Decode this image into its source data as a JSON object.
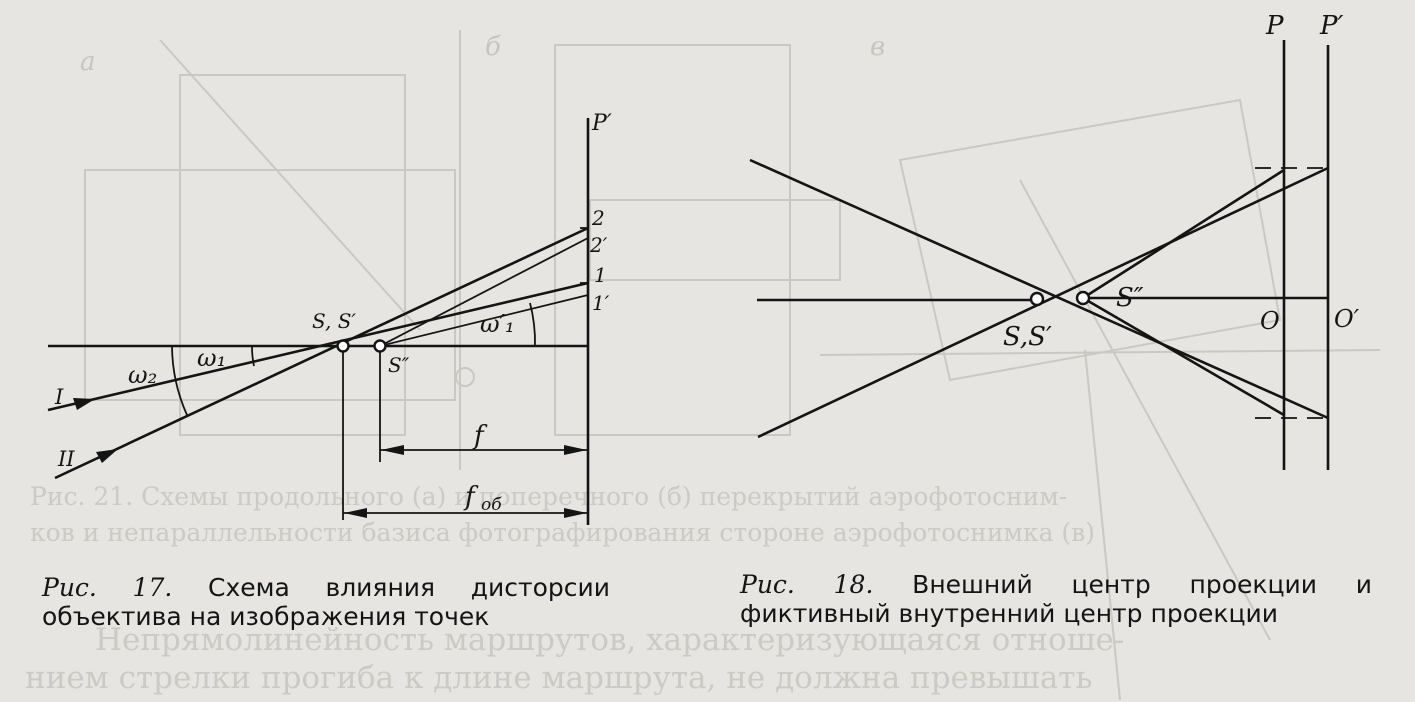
{
  "figure17": {
    "labels": {
      "p_prime": "P′",
      "point2": "2",
      "point2p": "2′",
      "point1": "1",
      "point1p": "1′",
      "omega1p": "ω′₁",
      "s_s_prime": "S, S′",
      "s_double": "S″",
      "omega2": "ω₂",
      "omega1": "ω₁",
      "ray1": "I",
      "ray2": "II",
      "f": "f",
      "f_ob": "f",
      "f_ob_sub": "об"
    },
    "caption": {
      "label": "Рис.  17.",
      "text": " Схема влияния дисторсии объектива на изображения точек"
    }
  },
  "figure18": {
    "labels": {
      "p": "P",
      "p_prime": "P′",
      "s_s_prime": "S,S′",
      "s_double": "S″",
      "o": "O",
      "o_prime": "O′"
    },
    "caption": {
      "label": "Рис.  18.",
      "text": " Внешний центр проекции и фиктивный внутренний центр проекции"
    }
  },
  "bleed_through": {
    "line1": "Рис. 21. Схемы продольного (а) и поперечного (б) перекрытий аэрофотосним-",
    "line2": "ков и непараллельности базиса фотографирования стороне аэрофотоснимка (в)",
    "line3": "Непрямолинейность маршрутов, характеризующаяся отноше-",
    "line4": "нием стрелки прогиба к длине маршрута, не должна превышать"
  }
}
